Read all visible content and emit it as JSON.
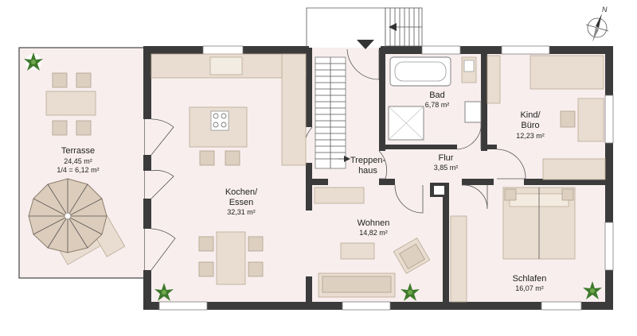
{
  "rooms": {
    "terrasse": {
      "name": "Terrasse",
      "area": "24,45 m²",
      "share": "1/4 = 6,12 m²"
    },
    "kochen": {
      "name_line1": "Kochen/",
      "name_line2": "Essen",
      "area": "32,31 m²"
    },
    "treppen": {
      "name_line1": "Treppen-",
      "name_line2": "haus"
    },
    "bad": {
      "name": "Bad",
      "area": "6,78 m²"
    },
    "kind": {
      "name_line1": "Kind/",
      "name_line2": "Büro",
      "area": "12,23 m²"
    },
    "flur": {
      "name": "Flur",
      "area": "3,85 m²"
    },
    "wohnen": {
      "name": "Wohnen",
      "area": "14,82 m²"
    },
    "schlafen": {
      "name": "Schlafen",
      "area": "16,07 m²"
    }
  },
  "compass": {
    "label": "N"
  },
  "colors": {
    "floor": "#f8eeee",
    "wall": "#3b3b3b",
    "furniture": "#e8ddd0",
    "plant": "#3e7a2c"
  },
  "icons": [
    "compass-icon",
    "plant-icon",
    "parasol-icon",
    "entrance-arrow-icon"
  ]
}
